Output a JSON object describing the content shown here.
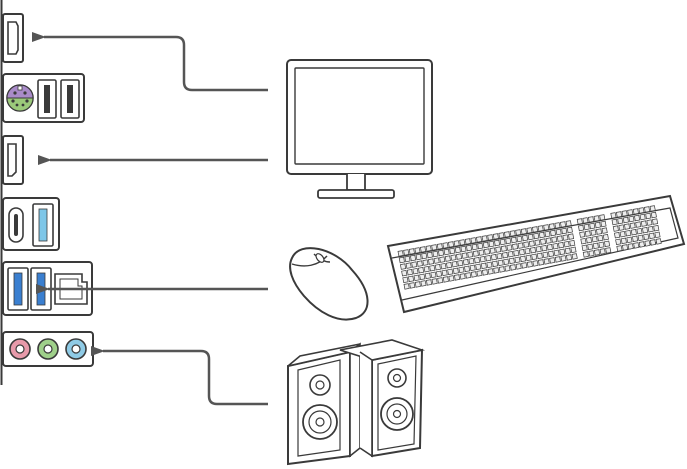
{
  "diagram": {
    "colors": {
      "line": "#3a3a3a",
      "arrow": "#555555",
      "usb3_blue": "#3a7fd0",
      "usb3_cyan": "#7dc6e8",
      "ps2_purple": "#a98bc9",
      "ps2_green": "#9bc97a",
      "audio_pink": "#e79aaa",
      "audio_green": "#9fd08a",
      "audio_blue": "#8fcbe6",
      "device_fill": "#ffffff",
      "key_fill": "#eeeeee"
    },
    "ports": [
      {
        "id": "hdmi",
        "icon": "hdmi-port-icon"
      },
      {
        "id": "ps2-usb",
        "icon": "ps2-usb-port-icon"
      },
      {
        "id": "displayport",
        "icon": "displayport-icon"
      },
      {
        "id": "usb-c-usb-a",
        "icon": "usb-c-port-icon"
      },
      {
        "id": "usb3-lan",
        "icon": "usb3-lan-port-icon"
      },
      {
        "id": "audio",
        "icon": "audio-jack-icon"
      }
    ],
    "devices": [
      {
        "id": "monitor",
        "icon": "monitor-icon"
      },
      {
        "id": "mouse",
        "icon": "mouse-icon"
      },
      {
        "id": "keyboard",
        "icon": "keyboard-icon"
      },
      {
        "id": "speakers",
        "icon": "speakers-icon"
      }
    ],
    "connections": [
      {
        "from": "monitor",
        "to": "hdmi"
      },
      {
        "from": "monitor",
        "to": "displayport"
      },
      {
        "from": "mouse",
        "to": "usb3-lan"
      },
      {
        "from": "speakers",
        "to": "audio"
      }
    ]
  }
}
